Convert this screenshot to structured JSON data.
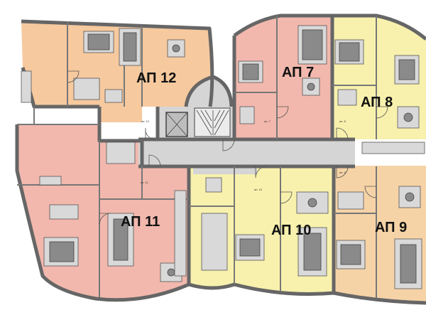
{
  "plan": {
    "colors": {
      "ap7": "#f2b8ad",
      "ap8": "#f8f1ad",
      "ap9": "#f6d3a6",
      "ap10": "#f8f1ad",
      "ap11": "#f2b8ad",
      "ap12": "#f6c99e",
      "corridor": "#d5d5d5",
      "wall": "#666666"
    },
    "apartments": [
      {
        "id": "ap12",
        "label": "АП 12"
      },
      {
        "id": "ap7",
        "label": "АП 7"
      },
      {
        "id": "ap8",
        "label": "АП 8"
      },
      {
        "id": "ap11",
        "label": "АП 11"
      },
      {
        "id": "ap10",
        "label": "АП 10"
      },
      {
        "id": "ap9",
        "label": "АП 9"
      }
    ],
    "entry_tags": [
      {
        "id": "tag-ap12",
        "text": "ап. 12"
      },
      {
        "id": "tag-ap7",
        "text": "ап. 7"
      },
      {
        "id": "tag-ap8",
        "text": "ап. 8"
      },
      {
        "id": "tag-ap11",
        "text": "ап. 11"
      },
      {
        "id": "tag-ap10",
        "text": "ап. 10"
      },
      {
        "id": "tag-ap9",
        "text": "ап. 9"
      }
    ]
  }
}
